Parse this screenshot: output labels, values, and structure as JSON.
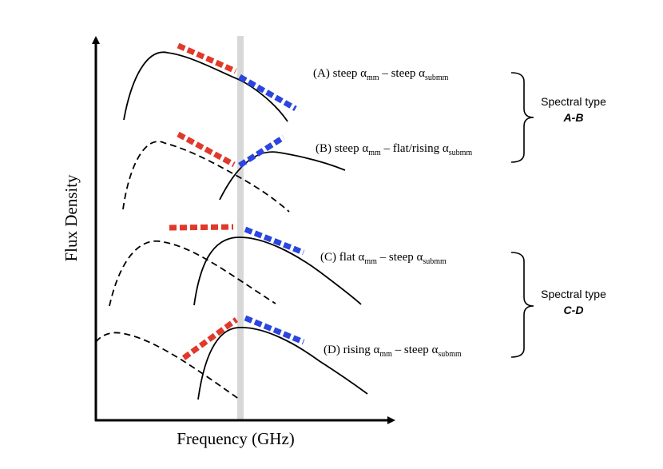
{
  "axes": {
    "x_label": "Frequency  (GHz)",
    "y_label": "Flux Density"
  },
  "colors": {
    "mm_segment": "#e0392b",
    "submm_segment": "#2b45e0",
    "curve": "#000000",
    "separator": "#d8d8d8"
  },
  "cases": [
    {
      "prefix": "(A) steep ",
      "mid": " –  steep ",
      "mm_sub": "mm",
      "submm_sub": "submm"
    },
    {
      "prefix": "(B) steep ",
      "mid": " – flat/rising ",
      "mm_sub": "mm",
      "submm_sub": "submm"
    },
    {
      "prefix": "(C) flat ",
      "mid": " – steep ",
      "mm_sub": "mm",
      "submm_sub": "submm"
    },
    {
      "prefix": "(D) rising ",
      "mid": " – steep ",
      "mm_sub": "mm",
      "submm_sub": "submm"
    }
  ],
  "alpha": "α",
  "groups": [
    {
      "line1": "Spectral type",
      "line2": "A-B"
    },
    {
      "line1": "Spectral type",
      "line2": "C-D"
    }
  ]
}
